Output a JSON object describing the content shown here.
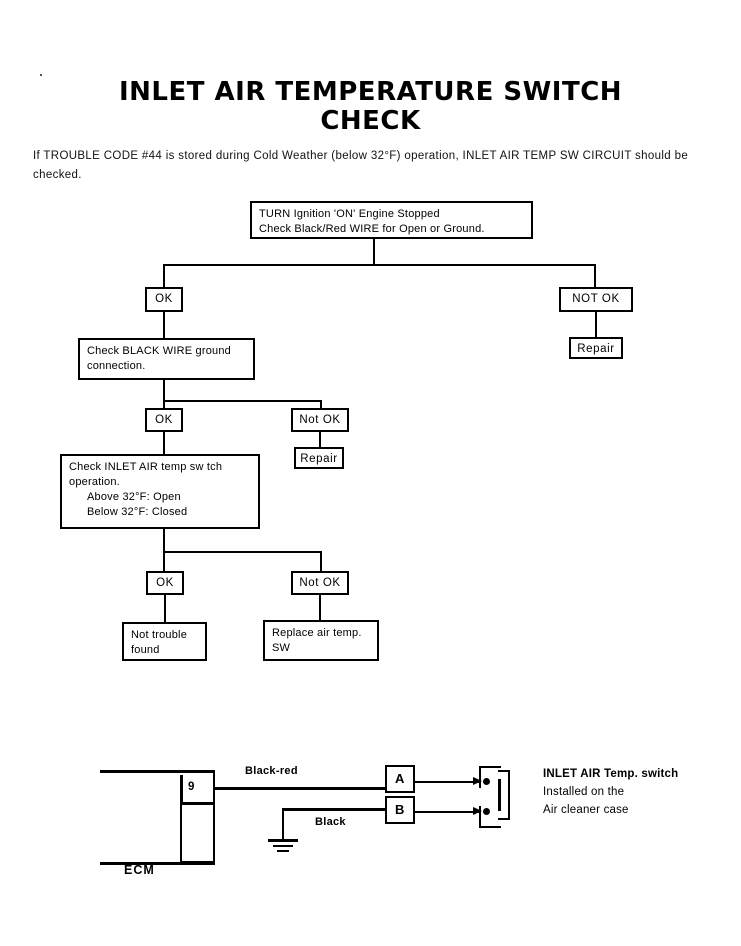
{
  "document": {
    "title_line1": "INLET AIR TEMPERATURE SWITCH",
    "title_line2": "CHECK",
    "intro": "If TROUBLE CODE #44 is stored during Cold Weather (below 32°F) operation, INLET AIR TEMP SW CIRCUIT should be checked."
  },
  "flowchart": {
    "start_box": {
      "line1": "TURN Ignition 'ON' Engine Stopped",
      "line2": "Check Black/Red WIRE for Open or Ground."
    },
    "branch1_ok": "OK",
    "branch1_not_ok": "NOT  OK",
    "branch1_repair": "Repair",
    "check_black_wire": {
      "line1": "Check BLACK WIRE ground",
      "line2": "connection."
    },
    "branch2_ok": "OK",
    "branch2_not_ok": "Not OK",
    "branch2_repair": "Repair",
    "check_inlet_switch": {
      "line1": "Check INLET AIR temp sw tch",
      "line2": "operation.",
      "line3": "Above 32°F:  Open",
      "line4": "Below 32°F:  Closed"
    },
    "branch3_ok": "OK",
    "branch3_not_ok": "Not OK",
    "result_ok": {
      "line1": "Not trouble",
      "line2": "found"
    },
    "result_not_ok": {
      "line1": "Replace air temp.",
      "line2": "SW"
    }
  },
  "schematic": {
    "ecm_label": "ECM",
    "pin_number": "9",
    "wire_black_red": "Black-red",
    "wire_black": "Black",
    "terminal_a": "A",
    "terminal_b": "B",
    "note_line1": "INLET AIR Temp. switch",
    "note_line2": "Installed on the",
    "note_line3": "Air cleaner case"
  },
  "colors": {
    "ink": "#000000",
    "paper": "#ffffff"
  }
}
